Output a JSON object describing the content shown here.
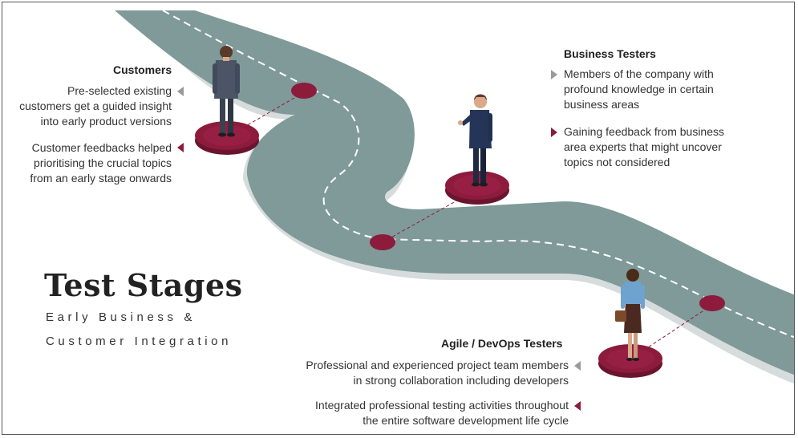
{
  "title": "Test Stages",
  "subtitle_line1": "Early Business &",
  "subtitle_line2": "Customer Integration",
  "colors": {
    "road": "#7f9a98",
    "road_shadow": "#c9d0cf",
    "accent": "#8c1b3c",
    "marker_gray": "#9a9a9a"
  },
  "groups": {
    "customers": {
      "heading": "Customers",
      "bullet1_lines": [
        "Pre-selected existing",
        "customers get a guided insight",
        "into early product versions"
      ],
      "bullet2_lines": [
        "Customer feedbacks helped",
        "prioritising the crucial topics",
        "from an early stage onwards"
      ]
    },
    "business": {
      "heading": "Business Testers",
      "bullet1_lines": [
        "Members of the company with",
        "profound knowledge in certain",
        "business areas"
      ],
      "bullet2_lines": [
        "Gaining feedback from business",
        "area experts that might uncover",
        "topics not considered"
      ]
    },
    "agile": {
      "heading": "Agile / DevOps Testers",
      "bullet1_lines": [
        "Professional and experienced project team members",
        "in strong collaboration including developers"
      ],
      "bullet2_lines": [
        "Integrated professional testing activities throughout",
        "the entire software development life cycle"
      ]
    }
  }
}
